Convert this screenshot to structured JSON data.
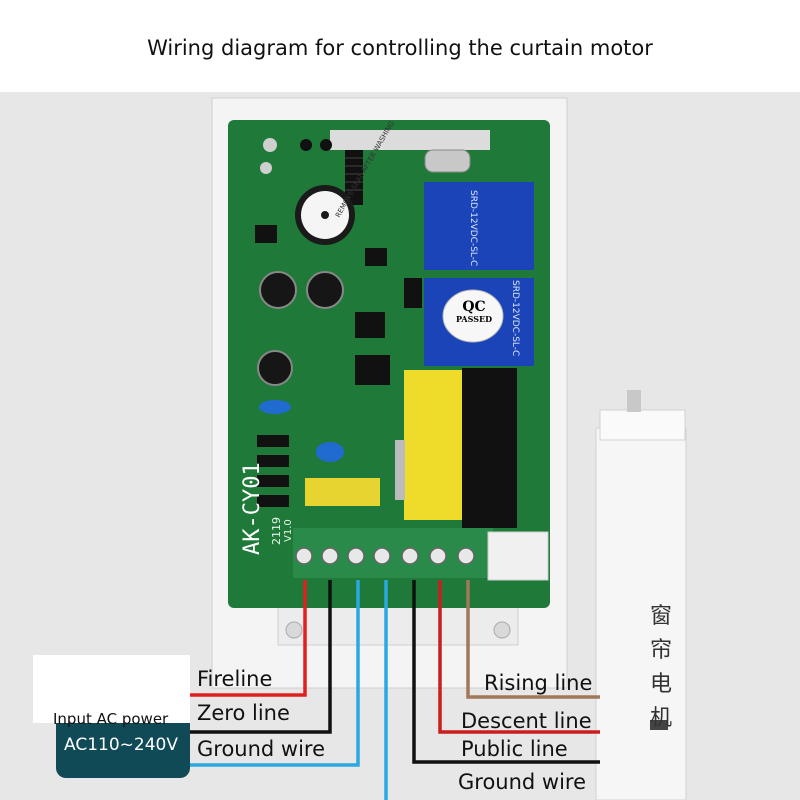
{
  "title": "Wiring diagram for controlling the curtain motor",
  "input": {
    "caption": "Input AC power",
    "voltage": "AC110~240V"
  },
  "left_wires": [
    {
      "label": "Fireline",
      "color": "#e02020"
    },
    {
      "label": "Zero line",
      "color": "#111111"
    },
    {
      "label": "Ground wire",
      "color": "#2aa9e0"
    }
  ],
  "right_wires": [
    {
      "label": "Rising line",
      "color": "#a0785a"
    },
    {
      "label": "Descent line",
      "color": "#c81e1e"
    },
    {
      "label": "Public line",
      "color": "#111111"
    },
    {
      "label": "Ground wire",
      "color": "#2aa9e0"
    }
  ],
  "board": {
    "model": "AK-CY01",
    "date": "2119",
    "version": "V1.0",
    "qc_big": "QC",
    "qc_small": "PASSED",
    "relay_text": "SRD-12VDC-SL-C",
    "buzzer_text": "REMOVE SEAL AFTER WASHING"
  },
  "motor": {
    "chinese_label": "窗帘电机"
  },
  "colors": {
    "pcb": "#1f7a3a",
    "relay": "#1a44b8",
    "terminal": "#2a8a4a"
  }
}
